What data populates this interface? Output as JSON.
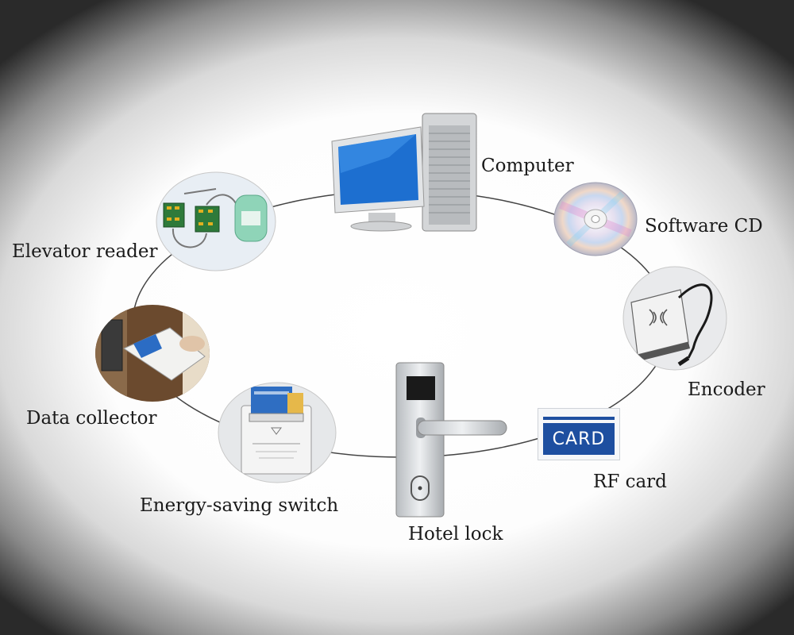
{
  "diagram": {
    "labels": {
      "computer": "Computer",
      "software_cd": "Software CD",
      "encoder": "Encoder",
      "rf_card": "RF card",
      "hotel_lock": "Hotel lock",
      "energy_switch": "Energy-saving switch",
      "data_collector": "Data collector",
      "elevator_reader": "Elevator reader"
    },
    "card_text": "CARD"
  }
}
